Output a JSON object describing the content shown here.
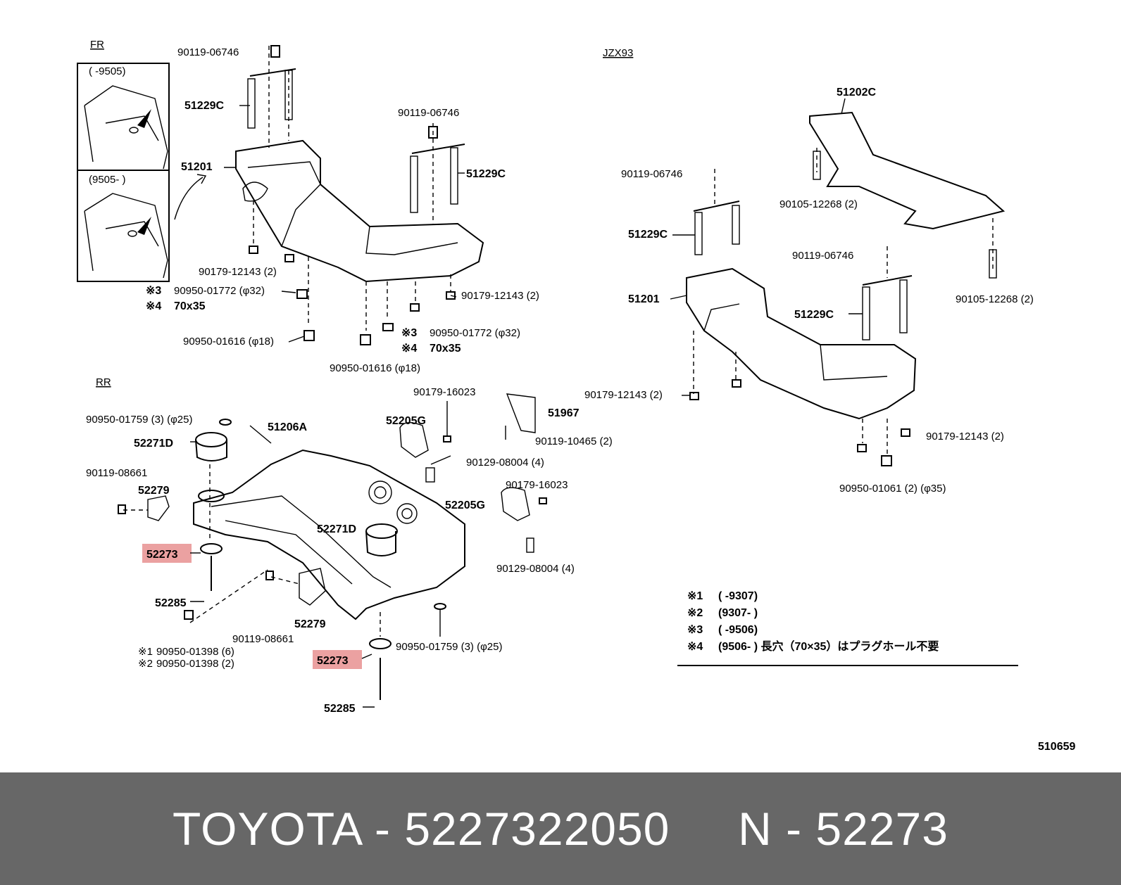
{
  "sections": {
    "front": "FR",
    "rear": "RR",
    "model": "JZX93"
  },
  "inset_labels": {
    "top": "(     -9505)",
    "bottom": "(9505-      )"
  },
  "front_labels": {
    "bolt_top_1": "90119-06746",
    "stud_1": "51229C",
    "member": "51201",
    "nut_left": "90179-12143 (2)",
    "note_a_1": "※3",
    "plug_1": "90950-01772 (φ32)",
    "note_b_1": "※4",
    "hole_1": "70x35",
    "plug_small_1": "90950-01616 (φ18)",
    "bolt_top_2": "90119-06746",
    "stud_2": "51229C",
    "nut_right": "90179-12143 (2)",
    "note_a_2": "※3",
    "plug_2": "90950-01772 (φ32)",
    "note_b_2": "※4",
    "hole_2": "70x35",
    "plug_small_2": "90950-01616 (φ18)"
  },
  "rear_labels": {
    "plug_top": "90950-01759 (3) (φ25)",
    "stopper_top": "52271D",
    "bolt_left": "90119-08661",
    "bracket_left": "52279",
    "cushion_left": "52273",
    "bolt_bottom_left": "52285",
    "member": "51206A",
    "nut_a": "90179-16023",
    "bracket_bush_a": "52205G",
    "bracket": "51967",
    "bolt_a": "90119-10465 (2)",
    "bolt_b": "90129-08004 (4)",
    "nut_b": "90179-16023",
    "bracket_bush_b": "52205G",
    "stopper_mid": "52271D",
    "bolt_c": "90129-08004 (4)",
    "bracket_mid": "52279",
    "bolt_mid": "90119-08661",
    "note_1": "※1",
    "plug_note1": "90950-01398 (6)",
    "note_2": "※2",
    "plug_note2": "90950-01398 (2)",
    "plug_bottom": "90950-01759 (3) (φ25)",
    "cushion_right": "52273",
    "bolt_bottom_right": "52285"
  },
  "jzx_labels": {
    "brace": "51202C",
    "bolt_brace_1": "90105-12268 (2)",
    "bolt_brace_2": "90105-12268 (2)",
    "bolt_top_1": "90119-06746",
    "stud_1": "51229C",
    "member": "51201",
    "bolt_top_2": "90119-06746",
    "stud_2": "51229C",
    "nut_left": "90179-12143 (2)",
    "nut_right": "90179-12143 (2)",
    "plug": "90950-01061 (2) (φ35)"
  },
  "notes": [
    {
      "mark": "※1",
      "text": "(        -9307)"
    },
    {
      "mark": "※2",
      "text": "(9307-        )"
    },
    {
      "mark": "※3",
      "text": "(        -9506)"
    },
    {
      "mark": "※4",
      "text": "(9506-        ) 長穴（70×35）はプラグホール不要"
    }
  ],
  "illustration_no": "510659",
  "footer": {
    "brand": "TOYOTA",
    "part_number": "5227322050",
    "ref_prefix": "N",
    "ref_number": "52273"
  },
  "colors": {
    "footer_bg": "#676767",
    "highlight": "#e89090"
  }
}
